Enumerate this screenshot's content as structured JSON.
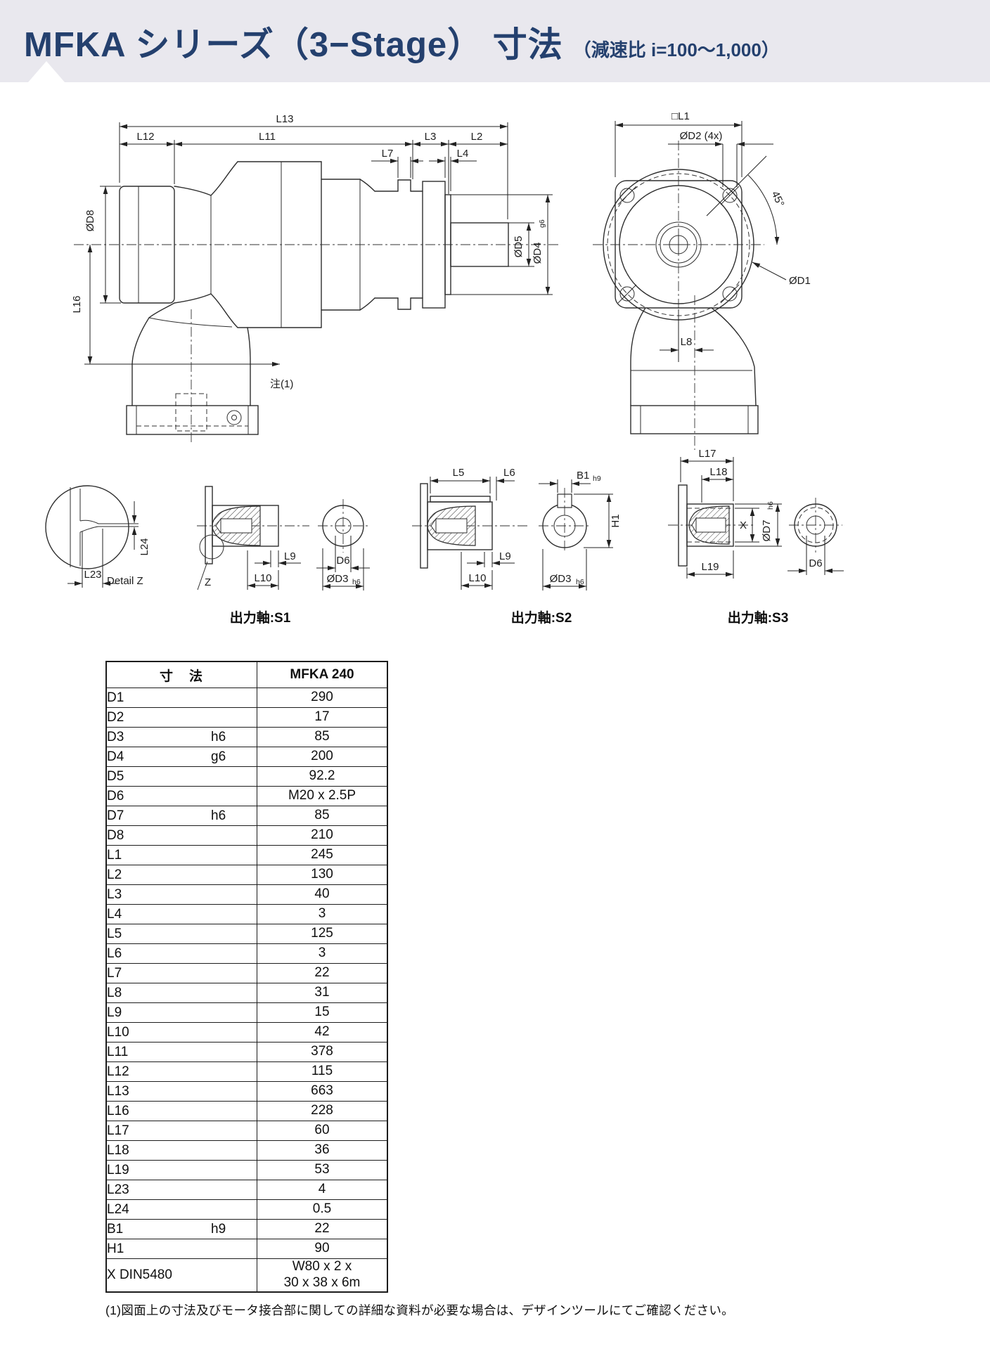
{
  "header": {
    "title": "MFKA シリーズ（3−Stage） 寸法",
    "subtitle": "（減速比 i=100～1,000）"
  },
  "labels": {
    "l13": "L13",
    "l12": "L12",
    "l11": "L11",
    "l3": "L3",
    "l2": "L2",
    "l7": "L7",
    "l4": "L4",
    "d8": "ØD8",
    "d5": "ØD5",
    "d4": "ØD4",
    "d4_tol": "g6",
    "l16": "L16",
    "note": "注(1)",
    "l1": "□L1",
    "d2": "ØD2 (4x)",
    "angle45": "45°",
    "d1": "ØD1",
    "l8": "L8",
    "l17": "L17",
    "l18": "L18",
    "x": "X",
    "d7": "ØD7",
    "d7_tol": "h6",
    "l19": "L19",
    "d6_s3": "D6",
    "l24": "L24",
    "l23": "L23",
    "detail_z": "Detail  Z",
    "z": "Z",
    "l9": "L9",
    "l10": "L10",
    "d6": "D6",
    "d3": "ØD3",
    "d3_tol": "h6",
    "l5": "L5",
    "l6": "L6",
    "b1": "B1",
    "b1_tol": "h9",
    "h1": "H1",
    "l9_s2": "L9",
    "l10_s2": "L10",
    "d3_s2": "ØD3",
    "d3_s2_tol": "h6",
    "caption_s1": "出力軸:S1",
    "caption_s2": "出力軸:S2",
    "caption_s3": "出力軸:S3"
  },
  "table": {
    "header": [
      "寸　法",
      "MFKA 240"
    ],
    "rows": [
      {
        "label": "D1",
        "tol": "",
        "value": "290"
      },
      {
        "label": "D2",
        "tol": "",
        "value": "17"
      },
      {
        "label": "D3",
        "tol": "h6",
        "value": "85"
      },
      {
        "label": "D4",
        "tol": "g6",
        "value": "200"
      },
      {
        "label": "D5",
        "tol": "",
        "value": "92.2"
      },
      {
        "label": "D6",
        "tol": "",
        "value": "M20 x 2.5P"
      },
      {
        "label": "D7",
        "tol": "h6",
        "value": "85"
      },
      {
        "label": "D8",
        "tol": "",
        "value": "210"
      },
      {
        "label": "L1",
        "tol": "",
        "value": "245"
      },
      {
        "label": "L2",
        "tol": "",
        "value": "130"
      },
      {
        "label": "L3",
        "tol": "",
        "value": "40"
      },
      {
        "label": "L4",
        "tol": "",
        "value": "3"
      },
      {
        "label": "L5",
        "tol": "",
        "value": "125"
      },
      {
        "label": "L6",
        "tol": "",
        "value": "3"
      },
      {
        "label": "L7",
        "tol": "",
        "value": "22"
      },
      {
        "label": "L8",
        "tol": "",
        "value": "31"
      },
      {
        "label": "L9",
        "tol": "",
        "value": "15"
      },
      {
        "label": "L10",
        "tol": "",
        "value": "42"
      },
      {
        "label": "L11",
        "tol": "",
        "value": "378"
      },
      {
        "label": "L12",
        "tol": "",
        "value": "115"
      },
      {
        "label": "L13",
        "tol": "",
        "value": "663"
      },
      {
        "label": "L16",
        "tol": "",
        "value": "228"
      },
      {
        "label": "L17",
        "tol": "",
        "value": "60"
      },
      {
        "label": "L18",
        "tol": "",
        "value": "36"
      },
      {
        "label": "L19",
        "tol": "",
        "value": "53"
      },
      {
        "label": "L23",
        "tol": "",
        "value": "4"
      },
      {
        "label": "L24",
        "tol": "",
        "value": "0.5"
      },
      {
        "label": "B1",
        "tol": "h9",
        "value": "22"
      },
      {
        "label": "H1",
        "tol": "",
        "value": "90"
      },
      {
        "label": "X DIN5480",
        "tol": "",
        "value": "W80 x 2 x\n30 x 38 x 6m"
      }
    ]
  },
  "footnote": "(1)図面上の寸法及びモータ接合部に関しての詳細な資料が必要な場合は、デザインツールにてご確認ください。"
}
